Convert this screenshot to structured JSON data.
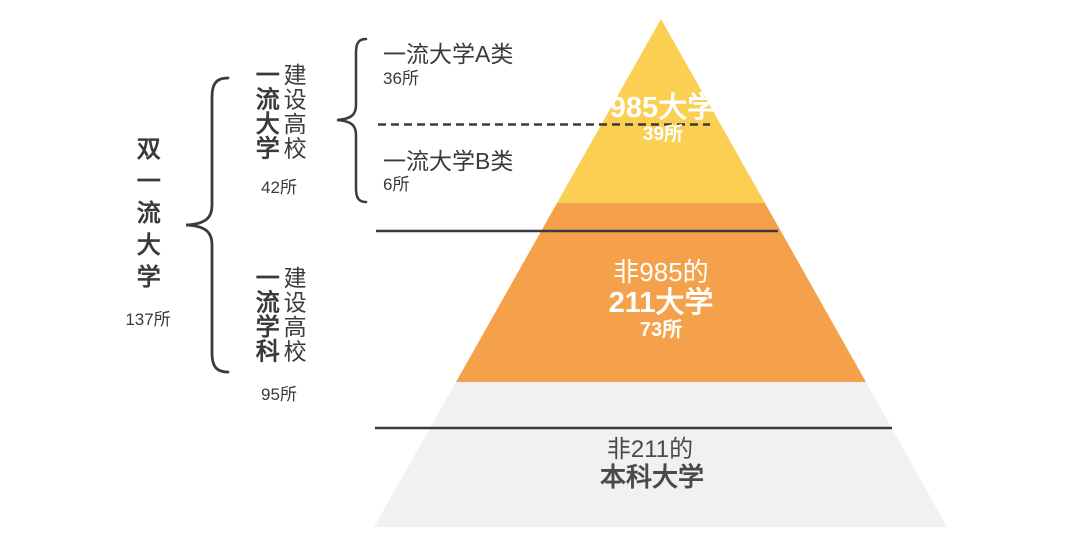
{
  "colors": {
    "layer_985": "#FACF52",
    "layer_211": "#F5A14B",
    "layer_benke": "#F1F1F1",
    "line": "#3B3B3B",
    "text_dark": "#3A3A3A",
    "text_light": "#FFFFFF"
  },
  "hierarchy": {
    "root": {
      "label": "双一流大学",
      "count": "137所"
    },
    "groups": [
      {
        "label_bold": "一流大学",
        "label_suffix": "建设高校",
        "count": "42所"
      },
      {
        "label_bold": "一流学科",
        "label_suffix": "建设高校",
        "count": "95所"
      }
    ],
    "subgroups": [
      {
        "label": "一流大学A类",
        "count": "36所"
      },
      {
        "label": "一流大学B类",
        "count": "6所"
      }
    ]
  },
  "pyramid": {
    "layers": [
      {
        "line1": "985大学",
        "count": "39所",
        "color": "#FACF52"
      },
      {
        "line1": "非985的",
        "line2": "211大学",
        "count": "73所",
        "color": "#F5A14B"
      },
      {
        "line1": "非211的",
        "line2": "本科大学",
        "color": "#F1F1F1"
      }
    ]
  }
}
